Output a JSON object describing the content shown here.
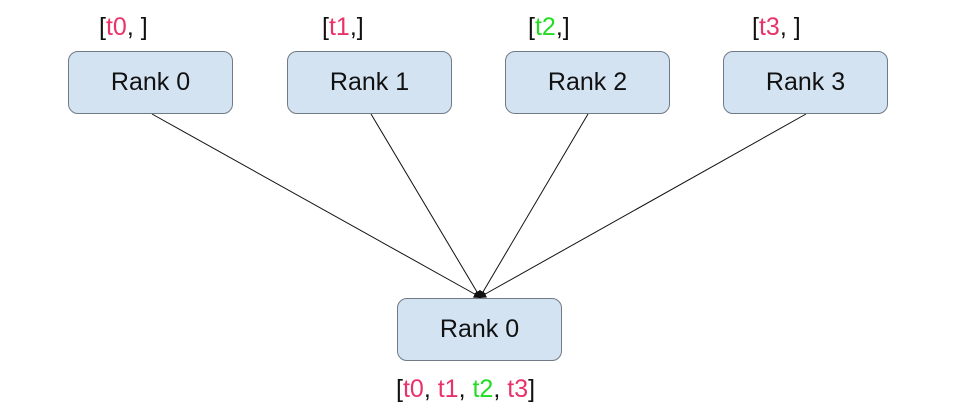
{
  "colors": {
    "pink": "#e8336a",
    "green": "#22dd22",
    "black": "#111111",
    "node_fill": "#d4e3f2",
    "node_border": "#6f7a86"
  },
  "diagram": {
    "sources": [
      {
        "id": "rank-0-top",
        "label": "Rank 0",
        "vector": {
          "open": "[",
          "token": "t0",
          "token_color": "pink",
          "rest": ", ]"
        }
      },
      {
        "id": "rank-1-top",
        "label": "Rank 1",
        "vector": {
          "open": "[",
          "token": "t1",
          "token_color": "pink",
          "rest": ",]"
        }
      },
      {
        "id": "rank-2-top",
        "label": "Rank 2",
        "vector": {
          "open": "[",
          "token": "t2",
          "token_color": "green",
          "rest": ",]"
        }
      },
      {
        "id": "rank-3-top",
        "label": "Rank 3",
        "vector": {
          "open": "[",
          "token": "t3",
          "token_color": "pink",
          "rest": ", ]"
        }
      }
    ],
    "target": {
      "id": "rank-0-bottom",
      "label": "Rank 0",
      "vector": {
        "open": "[",
        "items": [
          {
            "text": "t0",
            "color": "pink"
          },
          {
            "text": "t1",
            "color": "pink"
          },
          {
            "text": "t2",
            "color": "green"
          },
          {
            "text": "t3",
            "color": "pink"
          }
        ],
        "separator": ", ",
        "close": "]"
      }
    },
    "edges": [
      {
        "from": "rank-0-top",
        "to": "rank-0-bottom"
      },
      {
        "from": "rank-1-top",
        "to": "rank-0-bottom"
      },
      {
        "from": "rank-2-top",
        "to": "rank-0-bottom"
      },
      {
        "from": "rank-3-top",
        "to": "rank-0-bottom"
      }
    ]
  }
}
